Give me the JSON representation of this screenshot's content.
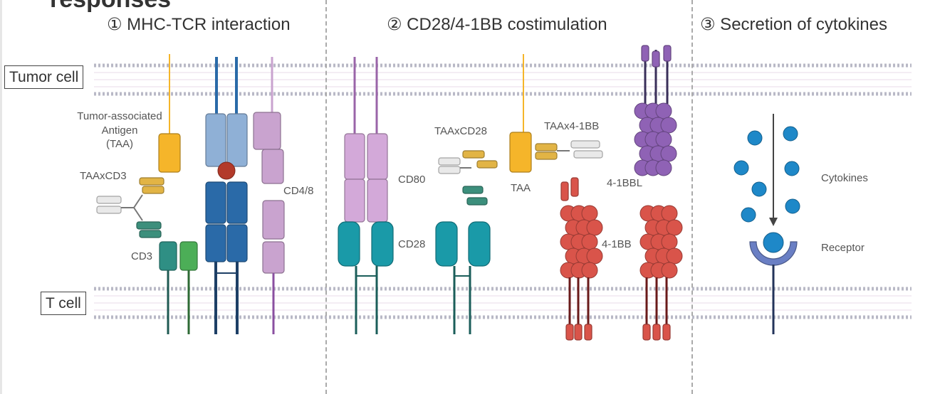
{
  "page_title": "responses",
  "sections": [
    {
      "label": "① MHC-TCR interaction"
    },
    {
      "label": "② CD28/4-1BB costimulation"
    },
    {
      "label": "③ Secretion of cytokines"
    }
  ],
  "cells": {
    "tumor": "Tumor cell",
    "t_cell": "T cell"
  },
  "labels": {
    "taa_long": "Tumor-associated\nAntigen\n(TAA)",
    "taaxcd3": "TAAxCD3",
    "cd3": "CD3",
    "cd48": "CD4/8",
    "cd80": "CD80",
    "cd28": "CD28",
    "taaxcd28": "TAAxCD28",
    "taa": "TAA",
    "taax41bb": "TAAx4-1BB",
    "l41bbl": "4-1BBL",
    "l41bb": "4-1BB",
    "cytokines": "Cytokines",
    "receptor": "Receptor"
  },
  "colors": {
    "membrane": "#d4d4dc",
    "membrane_dot": "#b9b9c6",
    "taa": "#f5b52a",
    "mhc": "#8fb0d6",
    "tcr": "#2a6aa8",
    "cd48": "#c9a3cf",
    "cd3_a": "#2f8f84",
    "cd3_b": "#4cae57",
    "cd80": "#d3a9d9",
    "cd28": "#1a9aa8",
    "bbl": "#8f62b5",
    "bb": "#d9544a",
    "cytokine": "#1e88c8",
    "receptor": "#6a7fc4"
  }
}
